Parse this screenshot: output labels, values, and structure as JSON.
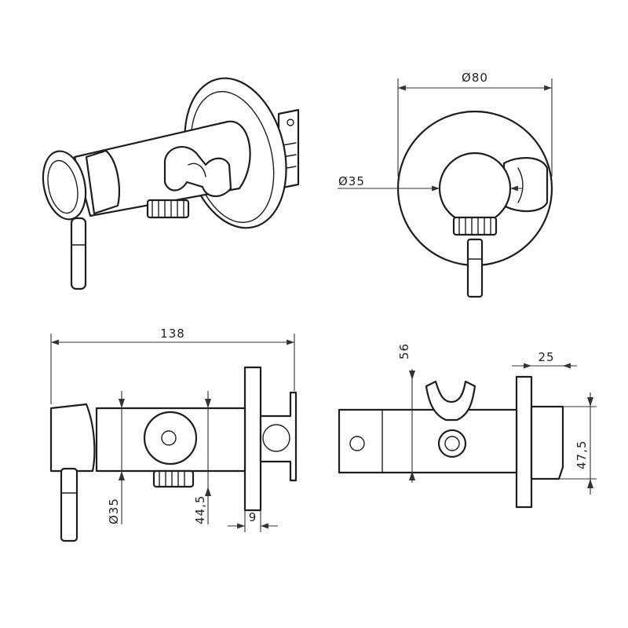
{
  "views": {
    "iso": "isometric-view",
    "front": "front-view",
    "side": "side-view",
    "rear": "rear-view"
  },
  "dimensions": {
    "rosette_diameter": "Ø80",
    "body_diameter": "Ø35",
    "overall_length": "138",
    "side_body_diameter": "Ø35",
    "outlet_offset": "44,5",
    "rosette_thickness": "9",
    "holder_height": "56",
    "rear_depth": "25",
    "rear_height": "47,5"
  },
  "colors": {
    "line": "#1e1e1e",
    "background": "#ffffff"
  }
}
